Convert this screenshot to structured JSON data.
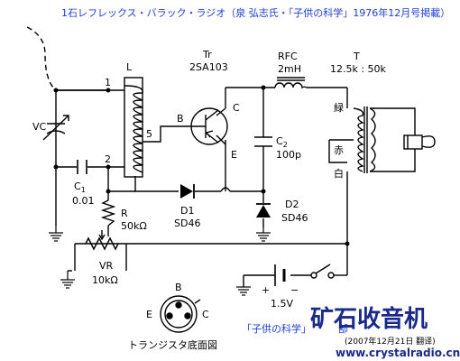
{
  "title": "1石レフレックス・バラック・ラジオ（泉 弘志氏・「子供の科学」1976年12月号掲載）",
  "labels": {
    "vc": "VC",
    "coil": "L",
    "node1": "1",
    "node2": "2",
    "node5": "5",
    "c1": "C",
    "c1_sub": "1",
    "c1_val": "0.01",
    "r": "R",
    "r_val": "50kΩ",
    "vr": "VR",
    "vr_val": "10kΩ",
    "tr": "Tr",
    "tr_part": "2SA103",
    "base": "B",
    "collector": "C",
    "emitter": "E",
    "d1": "D1",
    "d1_part": "SD46",
    "d2": "D2",
    "d2_part": "SD46",
    "rfc": "RFC",
    "rfc_val": "2mH",
    "c2": "C",
    "c2_sub": "2",
    "c2_val": "100p",
    "t": "T",
    "t_ratio": "12.5k : 50k",
    "green": "緑",
    "red": "赤",
    "white": "白",
    "batt_plus": "+",
    "batt_minus": "−",
    "batt_val": "1.5V",
    "pin_b": "B",
    "pin_e": "E",
    "pin_c": "C",
    "bottom_view": "トランジスタ底面図"
  },
  "source_note": "「子供の科学」",
  "source_note_partial": "部",
  "watermark": {
    "brand": "矿石收音机",
    "url": "www.crystalradio.cn",
    "date": "(2007年12月21日 翻译)"
  },
  "colors": {
    "title": "#1f3fd6",
    "wire": "#000000",
    "watermark": "#1a2a8a"
  }
}
